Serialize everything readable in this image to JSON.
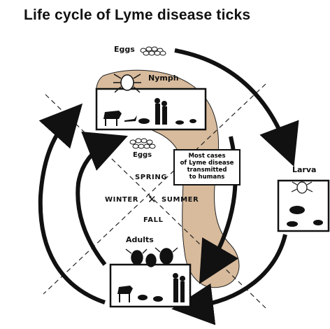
{
  "title": "Life cycle of Lyme disease ticks",
  "stages": {
    "eggs_top": "Eggs",
    "nymph": "Nymph",
    "eggs_center": "Eggs",
    "larva": "Larva",
    "adults": "Adults"
  },
  "seasons": {
    "spring": "SPRING",
    "summer": "SUMMER",
    "fall": "FALL",
    "winter": "WINTER"
  },
  "note_lines": [
    "Most cases",
    "of Lyme disease",
    "transmitted",
    "to humans"
  ],
  "colors": {
    "highlight": "#d8bb9c",
    "ink": "#111111"
  }
}
